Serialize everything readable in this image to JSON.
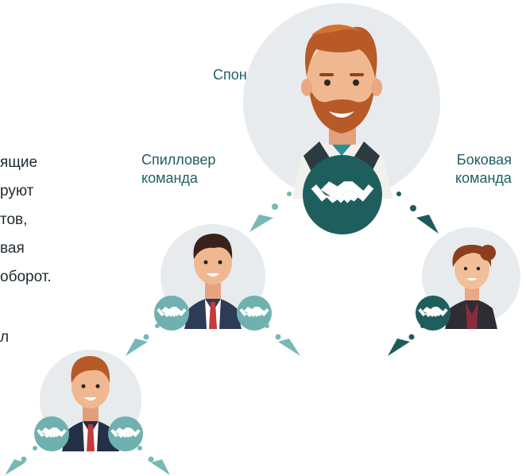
{
  "labels": {
    "sponsor": "Спонсор",
    "spillover_line1": "Спилловер",
    "spillover_line2": "команда",
    "side_line1": "Боковая",
    "side_line2": "команда"
  },
  "left_text_fragments": [
    "ящие",
    "руют",
    "тов,",
    "вая",
    "оборот.",
    "л"
  ],
  "colors": {
    "primary_dark": "#1e5f5e",
    "primary_light": "#6fb1ae",
    "arrow_dark": "#1e5a5c",
    "arrow_light": "#78b8b6",
    "avatar_bg": "#e7ebee",
    "label_text": "#1e5f63"
  },
  "nodes": [
    {
      "id": "sponsor",
      "icon": "handshake-icon"
    },
    {
      "id": "spillover",
      "icon": "handshake-icon"
    },
    {
      "id": "side",
      "icon": "handshake-icon"
    },
    {
      "id": "downline",
      "icon": "handshake-icon"
    }
  ]
}
